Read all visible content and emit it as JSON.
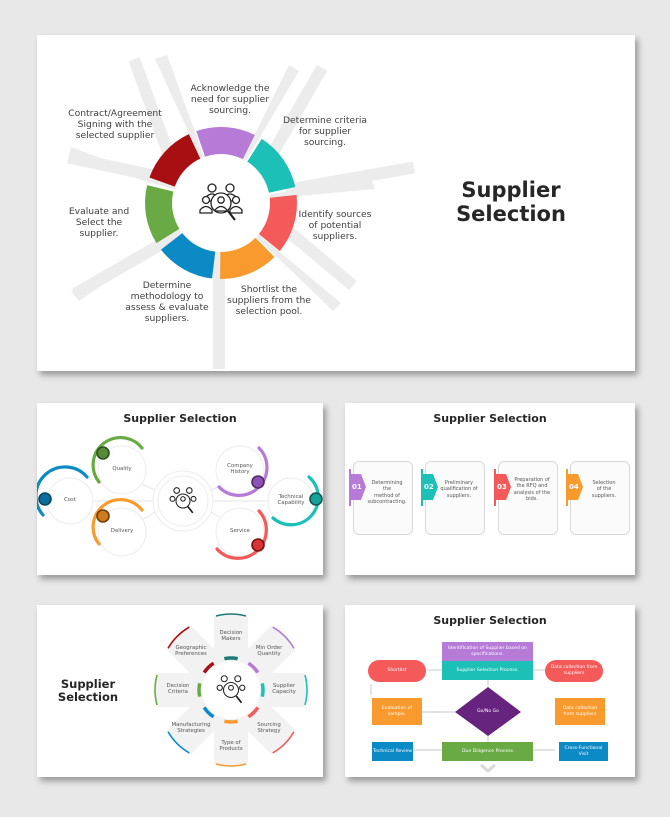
{
  "main_slide": {
    "title_line1": "Supplier",
    "title_line2": "Selection",
    "steps": [
      {
        "label": "Acknowledge the need for supplier sourcing.",
        "lines": [
          "Acknowledge the",
          "need for supplier",
          "sourcing."
        ],
        "color": "#b57bd6"
      },
      {
        "label": "Determine criteria for supplier sourcing.",
        "lines": [
          "Determine criteria",
          "for supplier",
          "sourcing."
        ],
        "color": "#1cc0b6"
      },
      {
        "label": "Identify sources of potential suppliers.",
        "lines": [
          "Identify sources",
          "of potential",
          "suppliers."
        ],
        "color": "#f55a5a"
      },
      {
        "label": "Shortlist the suppliers from the selection pool.",
        "lines": [
          "Shortlist the",
          "suppliers from the",
          "selection pool."
        ],
        "color": "#f99a2e"
      },
      {
        "label": "Determine methodology to assess & evaluate suppliers.",
        "lines": [
          "Determine",
          "methodology to",
          "assess & evaluate",
          "suppliers."
        ],
        "color": "#0c8ac6"
      },
      {
        "label": "Evaluate and Select the supplier.",
        "lines": [
          "Evaluate and",
          "Select the",
          "supplier."
        ],
        "color": "#6aaa45"
      },
      {
        "label": "Contract/Agreement Signing with the selected supplier",
        "lines": [
          "Contract/Agreement",
          "Signing with the",
          "selected supplier"
        ],
        "color": "#a80f12"
      }
    ],
    "center_icon": "people-search-icon"
  },
  "slide_2": {
    "title": "Supplier Selection",
    "items": [
      {
        "label": "Cost",
        "color": "#0c8ac6"
      },
      {
        "label": "Quality",
        "color": "#6aaa45"
      },
      {
        "label": "Delivery",
        "color": "#f99a2e"
      },
      {
        "label_line1": "Company",
        "label_line2": "History",
        "color": "#b57bd6"
      },
      {
        "label": "Service",
        "color": "#f55a5a"
      },
      {
        "label_line1": "Technical",
        "label_line2": "Capability",
        "color": "#1cc0b6"
      }
    ]
  },
  "slide_3": {
    "title": "Supplier Selection",
    "steps": [
      {
        "num": "01",
        "lines": [
          "Determining the",
          "method of",
          "subcontracting."
        ],
        "color": "#b57bd6"
      },
      {
        "num": "02",
        "lines": [
          "Preliminary",
          "qualification of",
          "suppliers."
        ],
        "color": "#1cc0b6"
      },
      {
        "num": "03",
        "lines": [
          "Preparation of",
          "the RFQ and",
          "analysis of the",
          "bids."
        ],
        "color": "#f55a5a"
      },
      {
        "num": "04",
        "lines": [
          "Selection",
          "of the",
          "suppliers."
        ],
        "color": "#f99a2e"
      }
    ]
  },
  "slide_4": {
    "title_line1": "Supplier",
    "title_line2": "Selection",
    "petals": [
      {
        "lines": [
          "Decision",
          "Makers"
        ],
        "color": "#1b7a73"
      },
      {
        "lines": [
          "Min Order",
          "Quantity"
        ],
        "color": "#b57bd6"
      },
      {
        "lines": [
          "Supplier",
          "Capacity"
        ],
        "color": "#1cc0b6"
      },
      {
        "lines": [
          "Sourcing",
          "Strategy"
        ],
        "color": "#f55a5a"
      },
      {
        "lines": [
          "Type of",
          "Products"
        ],
        "color": "#f99a2e"
      },
      {
        "lines": [
          "Manufacturing",
          "Strategies"
        ],
        "color": "#0c8ac6"
      },
      {
        "lines": [
          "Decision",
          "Criteria"
        ],
        "color": "#6aaa45"
      },
      {
        "lines": [
          "Geographic",
          "Preferences"
        ],
        "color": "#a80f12"
      }
    ]
  },
  "slide_5": {
    "title": "Supplier Selection",
    "nodes": {
      "identification": {
        "lines": [
          "Identification of Supplier based on",
          "specifications."
        ],
        "color": "#b57bd6"
      },
      "process": {
        "lines": [
          "Supplier Selection Process."
        ],
        "color": "#1cc0b6"
      },
      "shortlist": {
        "lines": [
          "Shortlist"
        ],
        "color": "#f55a5a"
      },
      "data_collection_top": {
        "lines": [
          "Data collection from",
          "suppliers"
        ],
        "color": "#f55a5a"
      },
      "evaluation": {
        "lines": [
          "Evaluation of",
          "sample."
        ],
        "color": "#f99a2e"
      },
      "go_no_go": {
        "lines": [
          "Go/No Go"
        ],
        "color": "#66247f"
      },
      "data_collection_mid": {
        "lines": [
          "Data collection",
          "from suppliers"
        ],
        "color": "#f99a2e"
      },
      "technical_review": {
        "lines": [
          "Technical Review"
        ],
        "color": "#0c8ac6"
      },
      "due_diligence": {
        "lines": [
          "Due Diligence Process"
        ],
        "color": "#6aaa45"
      },
      "cross_functional": {
        "lines": [
          "Cross-Functional",
          "Visit"
        ],
        "color": "#0c8ac6"
      }
    }
  }
}
